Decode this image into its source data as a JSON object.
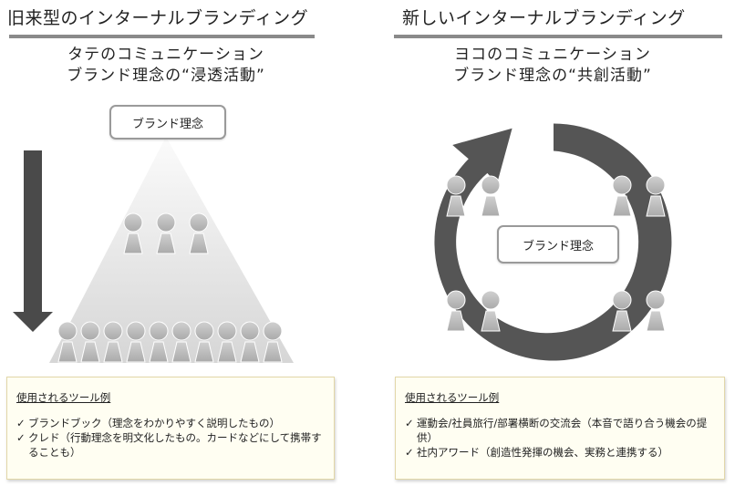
{
  "left": {
    "heading": "旧来型のインターナルブランディング",
    "sub_line1": "タテのコミュニケーション",
    "sub_line2": "ブランド理念の“浸透活動”",
    "concept_label": "ブランド理念",
    "tools_title": "使用されるツール例",
    "tools": [
      {
        "mark": "✓",
        "text": "ブランドブック（理念をわかりやすく説明したもの）"
      },
      {
        "mark": "✓",
        "text": "クレド（行動理念を明文化したもの。カードなどにして携帯することも）"
      }
    ]
  },
  "right": {
    "heading": "新しいインターナルブランディング",
    "sub_line1": "ヨコのコミュニケーション",
    "sub_line2": "ブランド理念の“共創活動”",
    "concept_label": "ブランド理念",
    "tools_title": "使用されるツール例",
    "tools": [
      {
        "mark": "✓",
        "text": "運動会/社員旅行/部署横断の交流会（本音で語り合う機会の提供）"
      },
      {
        "mark": "✓",
        "text": "社内アワード（創造性発揮の機会、実務と連携する）"
      }
    ]
  },
  "colors": {
    "rule": "#8a8a8a",
    "arrow": "#4a4a4a",
    "person": "#bdbdbd",
    "pyramid_top": "#fbfbfb",
    "pyramid_bottom": "#d9d9d9",
    "tool_box_bg": "#fffef2"
  }
}
